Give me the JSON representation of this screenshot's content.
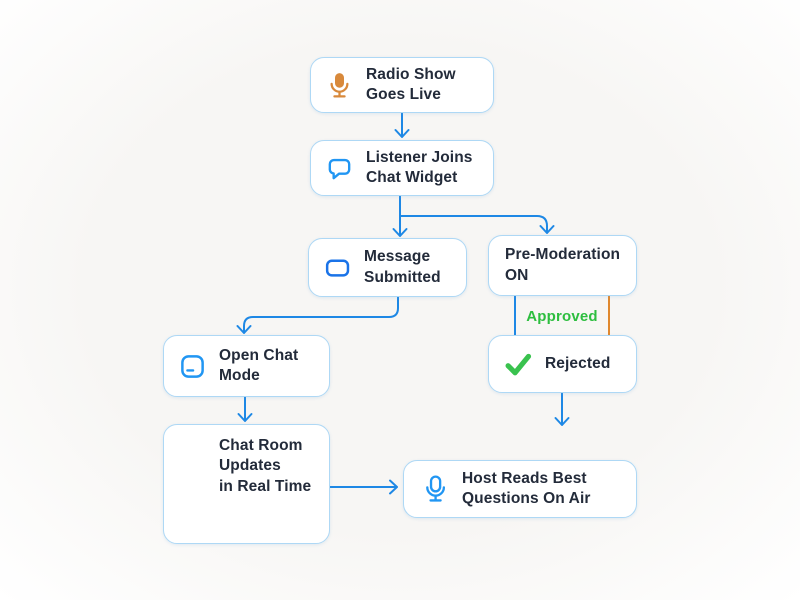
{
  "flowchart": {
    "nodes": [
      {
        "id": "radio-show-goes-live",
        "label": "Radio Show\nGoes Live",
        "icon": "microphone-solid-icon"
      },
      {
        "id": "listener-joins-chat-widget",
        "label": "Listener Joins\nChat Widget",
        "icon": "chat-bubble-icon"
      },
      {
        "id": "message-submitted",
        "label": "Message\nSubmitted",
        "icon": "message-box-icon"
      },
      {
        "id": "pre-moderation-on",
        "label": "Pre-Moderation\nON",
        "icon": null
      },
      {
        "id": "rejected",
        "label": "Rejected",
        "icon": "checkmark-icon"
      },
      {
        "id": "open-chat-mode",
        "label": "Open Chat\nMode",
        "icon": "chat-window-icon"
      },
      {
        "id": "chat-room-updates",
        "label": "Chat Room\nUpdates\nin Real Time",
        "icon": null
      },
      {
        "id": "host-reads-best-questions",
        "label": "Host Reads Best\nQuestions On Air",
        "icon": "microphone-outline-icon"
      }
    ],
    "edges": [
      {
        "from": "radio-show-goes-live",
        "to": "listener-joins-chat-widget",
        "label": ""
      },
      {
        "from": "listener-joins-chat-widget",
        "to": "message-submitted",
        "label": ""
      },
      {
        "from": "listener-joins-chat-widget",
        "to": "pre-moderation-on",
        "label": ""
      },
      {
        "from": "message-submitted",
        "to": "open-chat-mode",
        "label": ""
      },
      {
        "from": "open-chat-mode",
        "to": "chat-room-updates",
        "label": ""
      },
      {
        "from": "chat-room-updates",
        "to": "host-reads-best-questions",
        "label": ""
      },
      {
        "from": "pre-moderation-on",
        "to": "rejected",
        "label": "Approved"
      },
      {
        "from": "pre-moderation-on",
        "to": "rejected",
        "label": ""
      },
      {
        "from": "rejected",
        "to": "host-reads-best-questions",
        "label": ""
      }
    ],
    "approved_label": "Approved"
  },
  "colors": {
    "canvas_bg": "#f7f6f4",
    "box_fill": "#ffffff",
    "box_border": "#aed8f5",
    "line_blue": "#1e88e5",
    "line_orange": "#e0882e",
    "icon_blue": "#2196f3",
    "icon_deep_blue": "#1a73e8",
    "icon_orange": "#d8893b",
    "green": "#2dbe3f",
    "check_green": "#39c24e",
    "text_dark": "#232b3a"
  }
}
